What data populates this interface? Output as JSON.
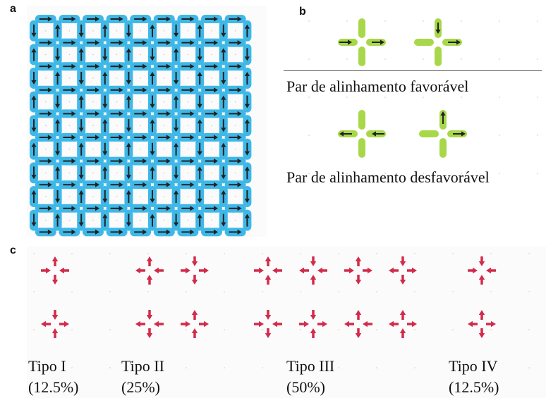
{
  "panels": {
    "a": {
      "letter": "a"
    },
    "b": {
      "letter": "b",
      "favorable_label": "Par de alinhamento favorável",
      "unfavorable_label": "Par de alinhamento desfavorável"
    },
    "c": {
      "letter": "c",
      "types": [
        {
          "name": "Tipo I",
          "percent": "(12.5%)"
        },
        {
          "name": "Tipo II",
          "percent": "(25%)"
        },
        {
          "name": "Tipo III",
          "percent": "(50%)"
        },
        {
          "name": "Tipo IV",
          "percent": "(12.5%)"
        }
      ]
    }
  },
  "colors": {
    "island_blue": "#3fb8e8",
    "island_green": "#a8d84a",
    "vertex_red": "#d22b4b",
    "arrow_dark": "#222222"
  }
}
